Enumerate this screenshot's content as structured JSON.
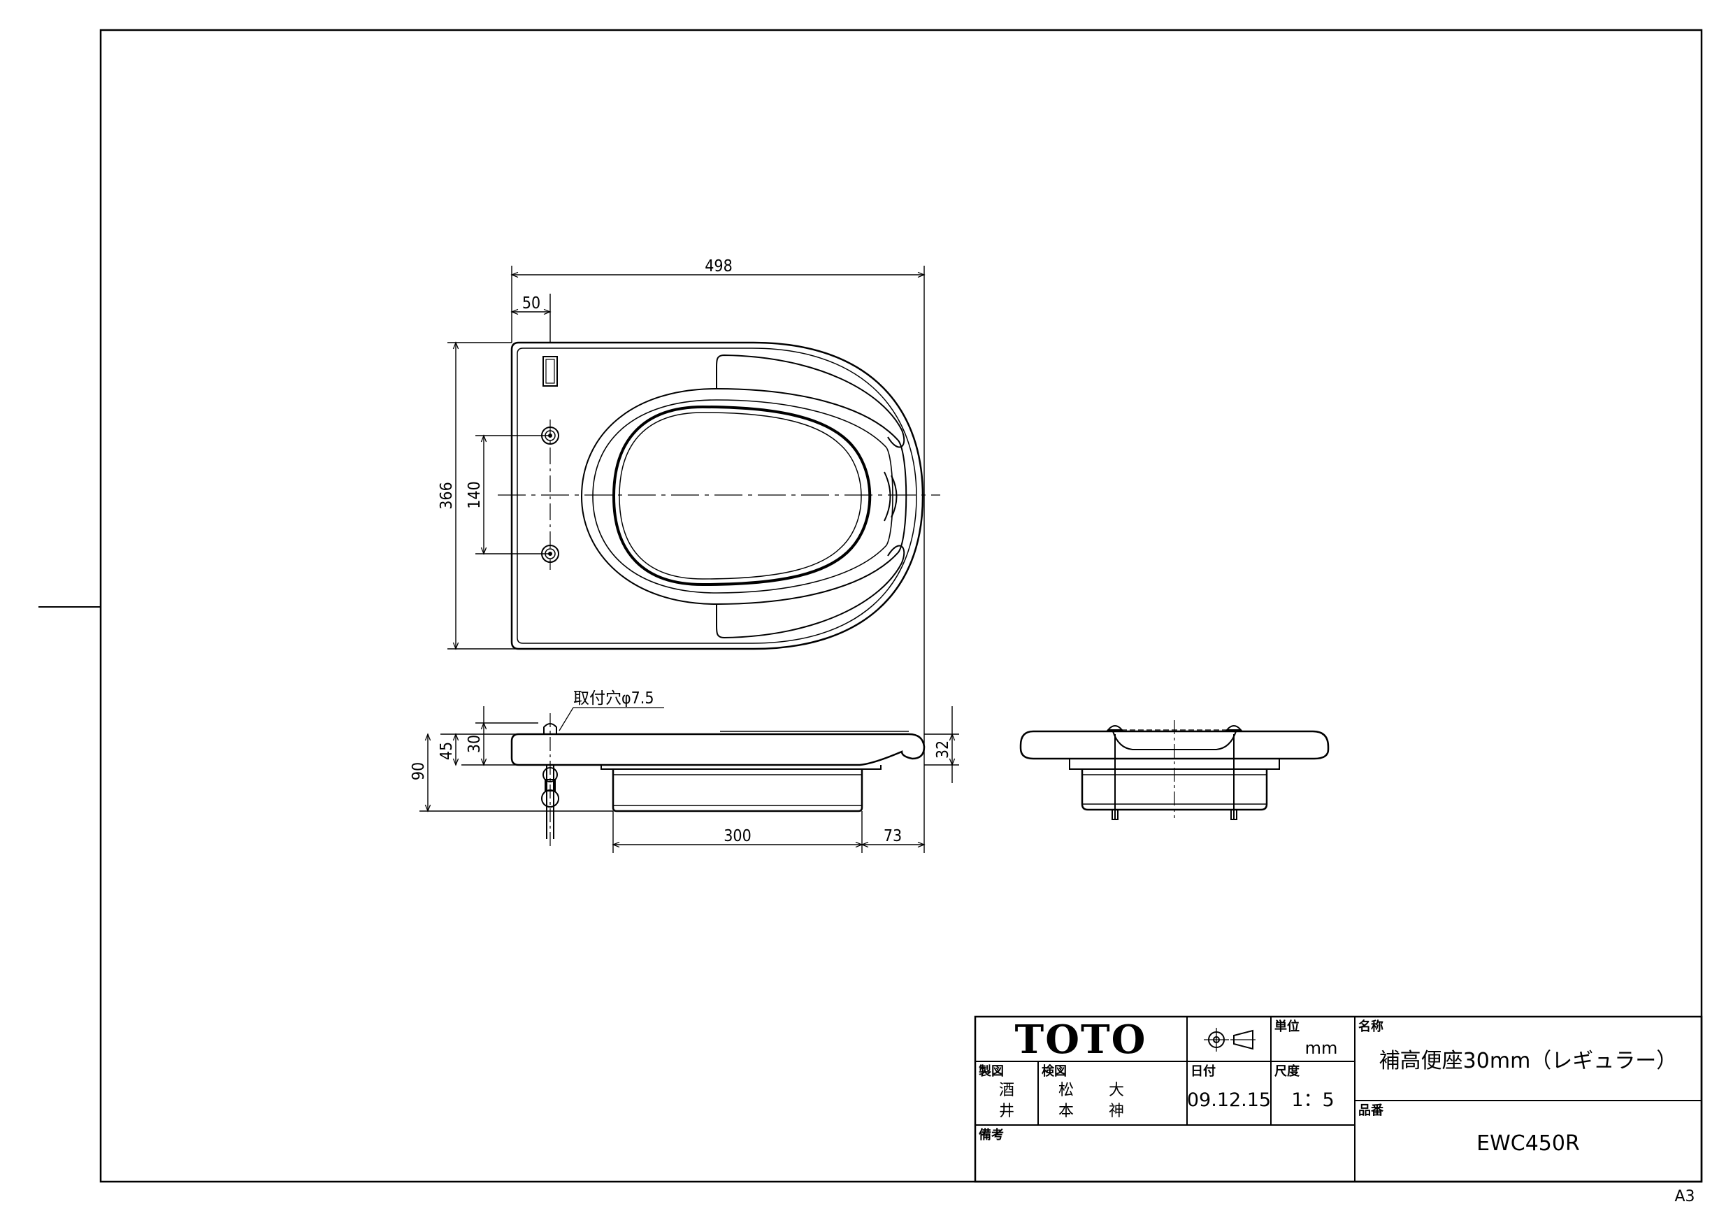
{
  "dimensions": {
    "overall_width": "498",
    "hinge_offset": "50",
    "overall_depth": "366",
    "hole_spacing": "140",
    "hole_note": "取付穴φ7.5",
    "side_total_height": "90",
    "side_45": "45",
    "side_30": "30",
    "side_32": "32",
    "side_300": "300",
    "side_73": "73"
  },
  "title_block": {
    "brand": "TOTO",
    "unit_label": "単位",
    "unit_value": "mm",
    "name_label": "名称",
    "name_value": "補高便座30mm（レギュラー）",
    "drawn_label": "製図",
    "drawn_name_1": "酒",
    "drawn_name_2": "井",
    "checked_label": "検図",
    "checked_name_1a": "松",
    "checked_name_1b": "大",
    "checked_name_2a": "本",
    "checked_name_2b": "神",
    "date_label": "日付",
    "date_value": "09.12.15",
    "scale_label": "尺度",
    "scale_value": "1：5",
    "part_label": "品番",
    "part_value": "EWC450R",
    "remarks_label": "備考"
  },
  "sheet_size": "A3"
}
